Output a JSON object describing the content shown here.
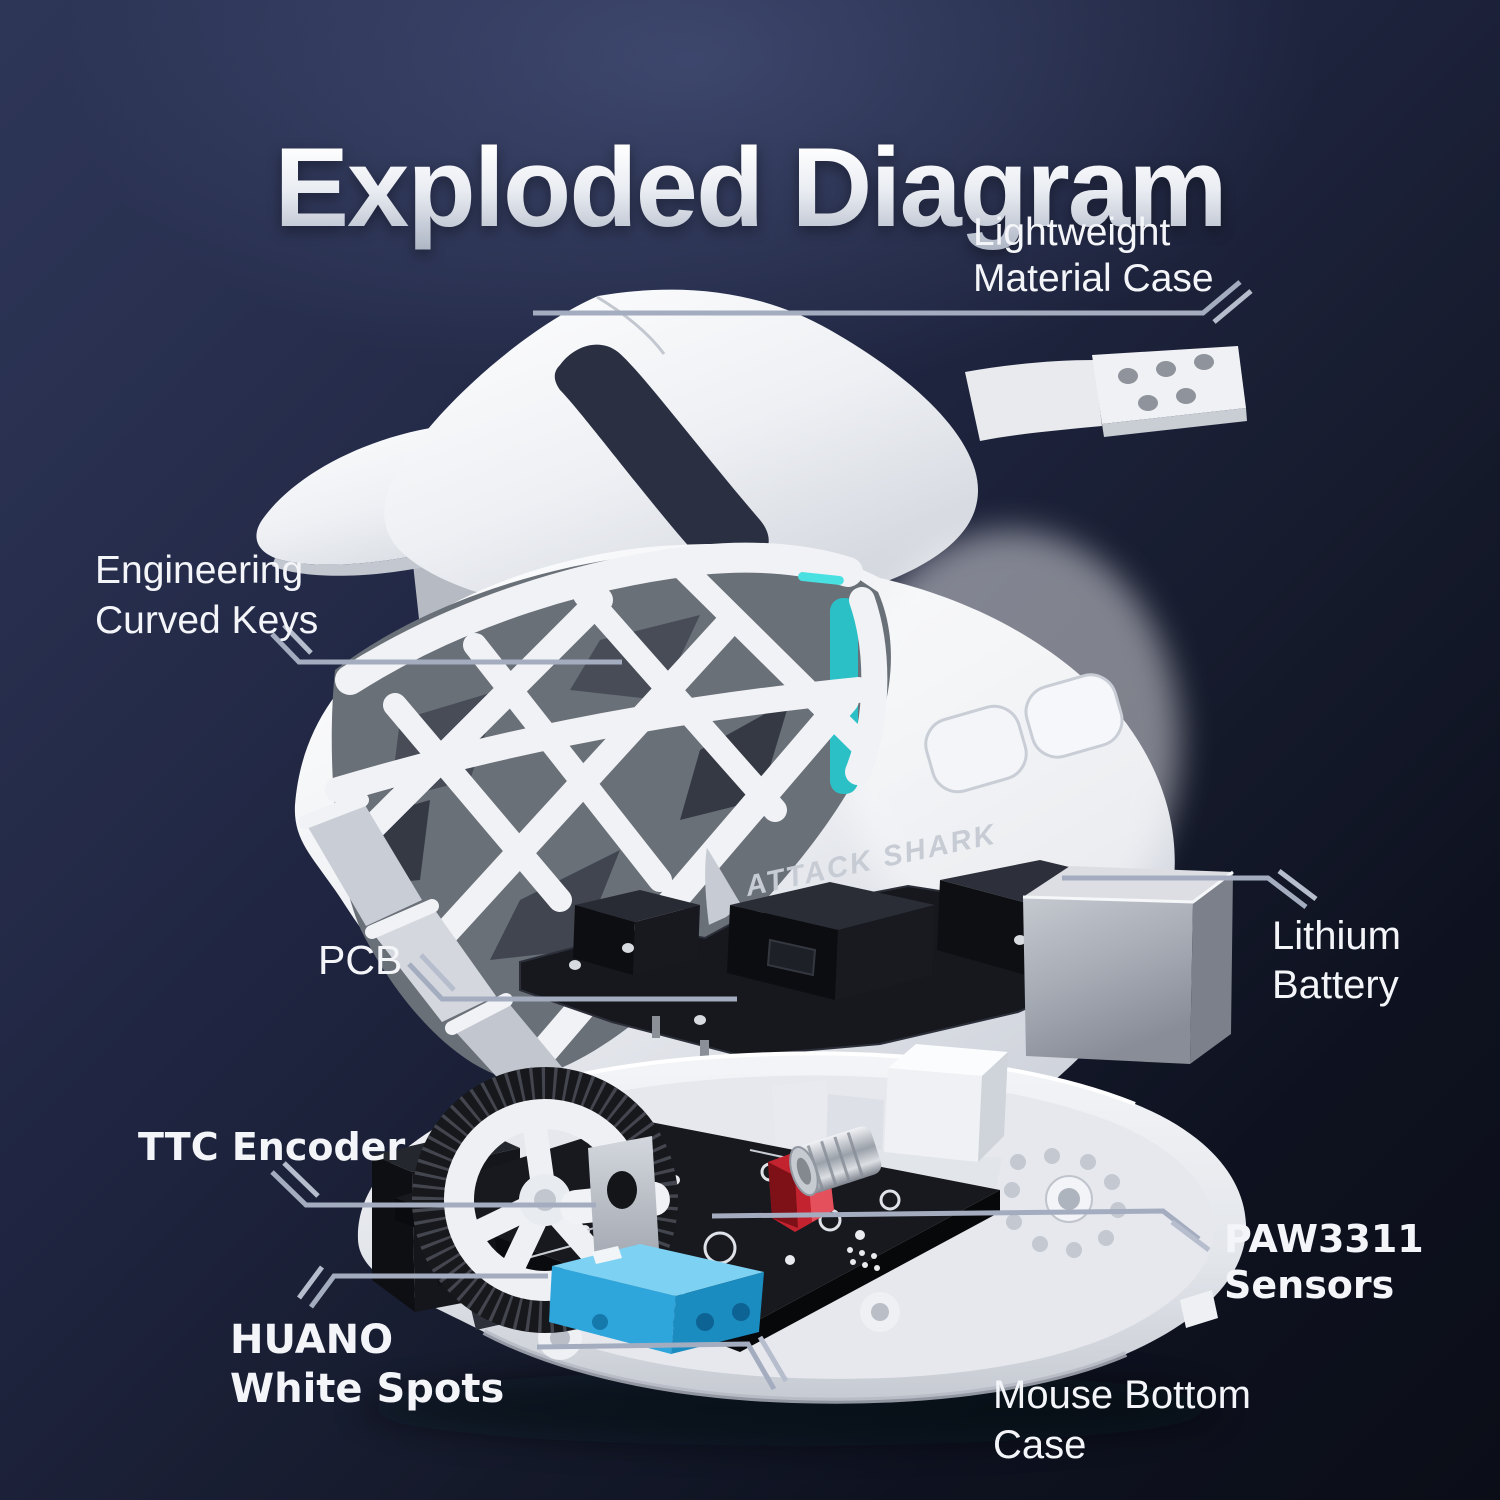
{
  "title": "Exploded Diagram",
  "brand_logo": "ATTACK SHARK",
  "labels": {
    "lightweight_case": {
      "line1": "Lightweight",
      "line2": "Material Case"
    },
    "curved_keys": {
      "line1": "Engineering",
      "line2": "Curved Keys"
    },
    "pcb": {
      "line1": "PCB",
      "line2": ""
    },
    "lithium_battery": {
      "line1": "Lithium",
      "line2": "Battery"
    },
    "ttc_encoder": {
      "line1": "TTC Encoder",
      "line2": ""
    },
    "huano_switches": {
      "line1": "HUANO",
      "line2": "White Spots"
    },
    "paw_sensor": {
      "line1": "PAW3311",
      "line2": "Sensors"
    },
    "bottom_case": {
      "line1": "Mouse Bottom",
      "line2": "Case"
    }
  },
  "colors": {
    "background_top": "#2d3557",
    "background_bottom": "#0c0f18",
    "title_gradient_top": "#ffffff",
    "title_gradient_bottom": "#aab2c2",
    "label_text": "#f3f5f9",
    "leader_line": "#a4adc0",
    "shell_white": "#f2f3f6",
    "accent_teal": "#2bc0c6",
    "led_cyan": "#49e0e2",
    "switch_blue": "#2ea6dc",
    "pcb_black": "#16181e",
    "battery_silver": "#aaafb8",
    "component_red": "#c2232e",
    "brand_logo_gray": "#c6cbd4"
  }
}
